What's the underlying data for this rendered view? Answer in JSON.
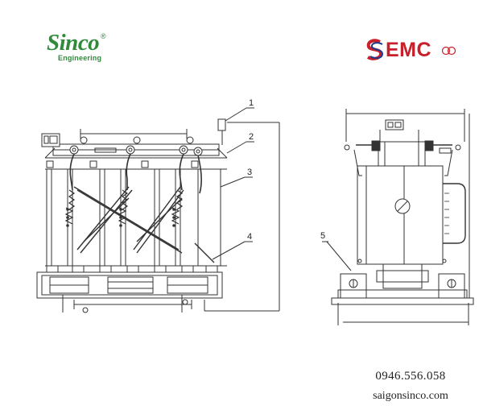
{
  "brand": {
    "company": "Sinco",
    "tagline": "Engineering",
    "registered": "®",
    "partner": "EMC"
  },
  "callouts": [
    "1",
    "2",
    "3",
    "4",
    "5"
  ],
  "contact": {
    "phone": "0946.556.058",
    "website": "saigonsinco.com"
  },
  "colors": {
    "sinco_green": "#2f8a3a",
    "emc_red": "#c8202a",
    "emc_blue": "#233a8c",
    "line": "#333333"
  }
}
